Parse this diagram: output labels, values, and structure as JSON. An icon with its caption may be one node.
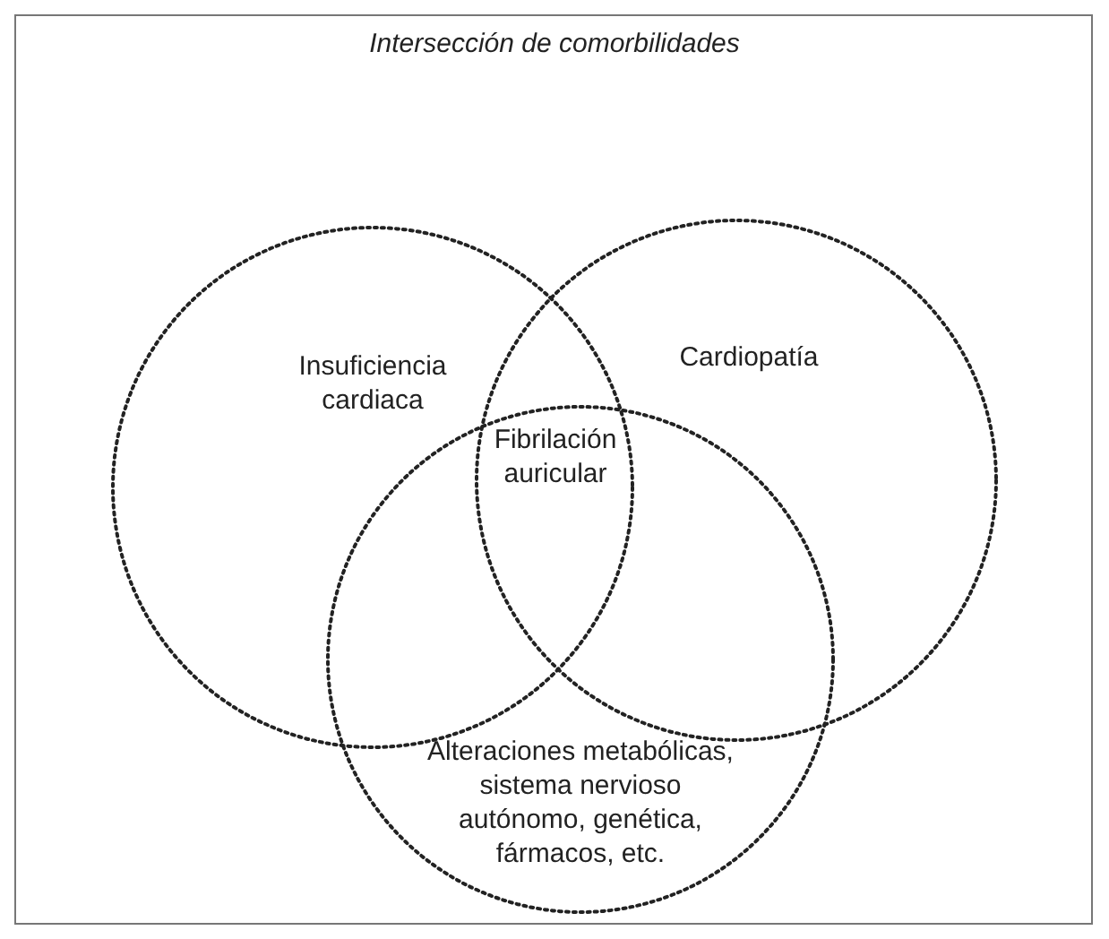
{
  "diagram": {
    "title": "Intersección de comorbilidades",
    "nodes": [
      {
        "text": [
          "Insuficiencia cardiaca"
        ]
      },
      {
        "text": [
          "Cardiopatía"
        ]
      },
      {
        "text": [
          "Alteraciones metabólicas, sistema nervioso autónomo, genética, fármacos, etc."
        ]
      }
    ],
    "labels": [
      "Fibrilación auricular"
    ]
  }
}
